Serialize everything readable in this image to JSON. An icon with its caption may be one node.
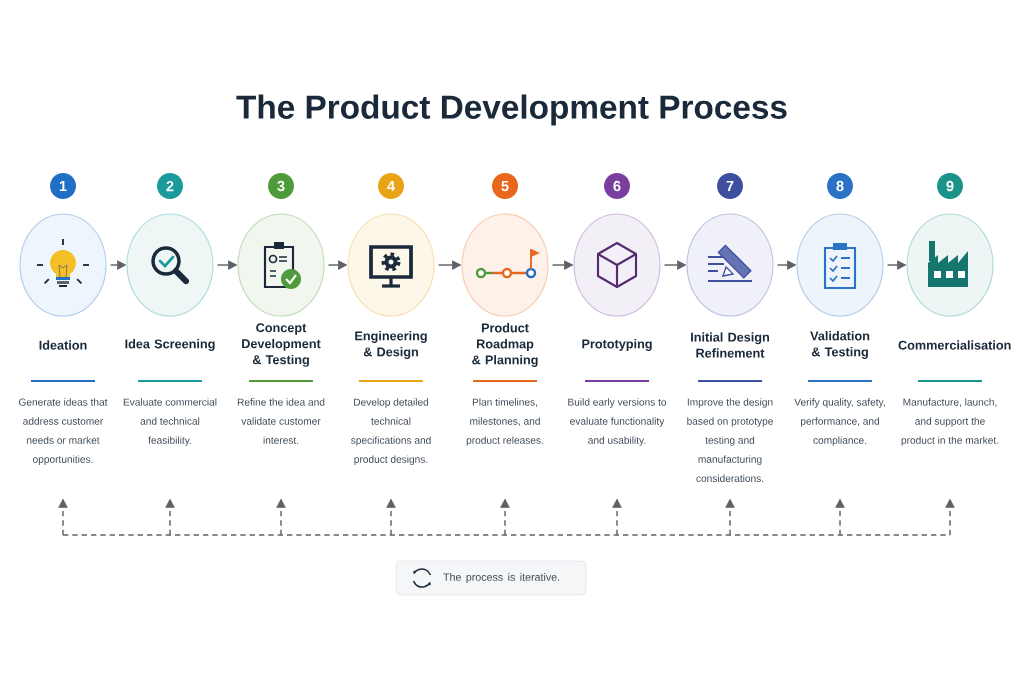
{
  "diagram": {
    "title": "The Product Development Process",
    "nodes": [
      {
        "text": [
          "1"
        ]
      },
      {
        "text": [
          "2"
        ]
      },
      {
        "text": [
          "3"
        ]
      },
      {
        "text": [
          "4"
        ]
      },
      {
        "text": [
          "5"
        ]
      },
      {
        "text": [
          "6"
        ]
      },
      {
        "text": [
          "7"
        ]
      },
      {
        "text": [
          "8"
        ]
      },
      {
        "text": [
          "9"
        ]
      },
      {
        "text": [],
        "shape": "circle",
        "beside": [
          "Ideation"
        ]
      },
      {
        "text": [],
        "shape": "circle",
        "beside": [
          "Idea Screening"
        ]
      },
      {
        "text": [],
        "shape": "circle",
        "beside": [
          "Concept Development & Testing"
        ]
      },
      {
        "text": [],
        "shape": "circle",
        "beside": [
          "Engineering & Design"
        ]
      },
      {
        "text": [],
        "shape": "circle",
        "beside": [
          "Product Roadmap & Planning"
        ]
      },
      {
        "text": [],
        "shape": "circle",
        "beside": [
          "Prototyping"
        ]
      },
      {
        "text": [],
        "shape": "circle",
        "beside": [
          "Initial Design Refinement"
        ]
      },
      {
        "text": [],
        "shape": "circle",
        "beside": [
          "Validation & Testing"
        ]
      },
      {
        "text": [],
        "shape": "circle",
        "beside": [
          "Commercialisation"
        ]
      },
      {
        "text": [
          "Generate ideas that address customer needs or market opportunities."
        ]
      },
      {
        "text": [
          "Evaluate commercial and technical feasibility."
        ]
      },
      {
        "text": [
          "Refine the idea and validate customer interest."
        ]
      },
      {
        "text": [
          "Develop detailed technical specifications and product designs."
        ]
      },
      {
        "text": [
          "Plan timelines, milestones, and product releases."
        ]
      },
      {
        "text": [
          "Build early versions to evaluate functionality and usability."
        ]
      },
      {
        "text": [
          "Improve the design based on prototype testing and manufacturing considerations."
        ]
      },
      {
        "text": [
          "Verify quality, safety, performance, and compliance."
        ]
      },
      {
        "text": [
          "Manufacture, launch, and support the product in the market."
        ]
      },
      {
        "text": [
          "The process is iterative."
        ]
      }
    ],
    "edges": [
      {
        "from": 9,
        "to": 10,
        "arrow": "to"
      },
      {
        "from": 10,
        "to": 11,
        "arrow": "to"
      },
      {
        "from": 11,
        "to": 12,
        "arrow": "to"
      },
      {
        "from": 12,
        "to": 13,
        "arrow": "to"
      },
      {
        "from": 13,
        "to": 14,
        "arrow": "to"
      },
      {
        "from": 14,
        "to": 15,
        "arrow": "to"
      },
      {
        "from": 15,
        "to": 16,
        "arrow": "to"
      },
      {
        "from": 16,
        "to": 17,
        "arrow": "to"
      },
      {
        "from": null,
        "to": 18,
        "arrow": "to",
        "style": "dashed"
      },
      {
        "from": null,
        "to": 19,
        "arrow": "to",
        "style": "dashed"
      },
      {
        "from": null,
        "to": 20,
        "arrow": "to",
        "style": "dashed"
      },
      {
        "from": null,
        "to": 21,
        "arrow": "to",
        "style": "dashed"
      },
      {
        "from": null,
        "to": 22,
        "arrow": "to",
        "style": "dashed"
      },
      {
        "from": null,
        "to": 23,
        "arrow": "to",
        "style": "dashed"
      },
      {
        "from": null,
        "to": 24,
        "arrow": "to",
        "style": "dashed"
      },
      {
        "from": null,
        "to": 25,
        "arrow": "to",
        "style": "dashed"
      },
      {
        "from": null,
        "to": 26,
        "arrow": "to",
        "style": "dashed"
      }
    ]
  }
}
